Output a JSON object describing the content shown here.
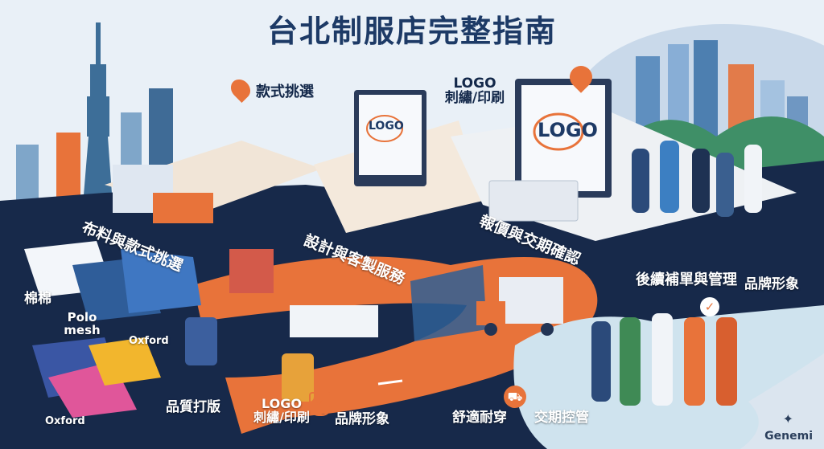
{
  "title": "台北制服店完整指南",
  "labels": {
    "style_select_top": "款式挑選",
    "logo_top_1": "LOGO",
    "logo_top_2": "刺繡/印刷",
    "fabric_style": "布料與款式挑選",
    "design_custom": "設計與客製服務",
    "quote_delivery": "報價與交期確認",
    "reorder_manage": "後續補單與管理",
    "brand_image_right": "品牌形象",
    "cotton": "棉棉",
    "polo_1": "Polo",
    "polo_2": "mesh",
    "oxford_1": "Oxford",
    "oxford_2": "Oxford",
    "quality_sample": "品質打版",
    "logo_bottom_1": "LOGO",
    "logo_bottom_2": "刺繡/印刷",
    "brand_image_bottom": "品牌形象",
    "comfort": "舒適耐穿",
    "delivery_control": "交期控管"
  },
  "screens": {
    "monitor_center": "LOGO",
    "monitor_right": "LOGO"
  },
  "icons": [
    "shirt-pin-icon",
    "location-pin-icon",
    "shield-check-icon",
    "truck-icon",
    "check-circle-icon",
    "sparkle-icon"
  ],
  "branding": {
    "watermark": "Genemi"
  },
  "colors": {
    "navy": "#1d3a66",
    "deep_navy": "#17294a",
    "orange": "#e8733a",
    "sky": "#dce8f4",
    "cream": "#f4e9dc",
    "teal": "#2f7c8f"
  }
}
